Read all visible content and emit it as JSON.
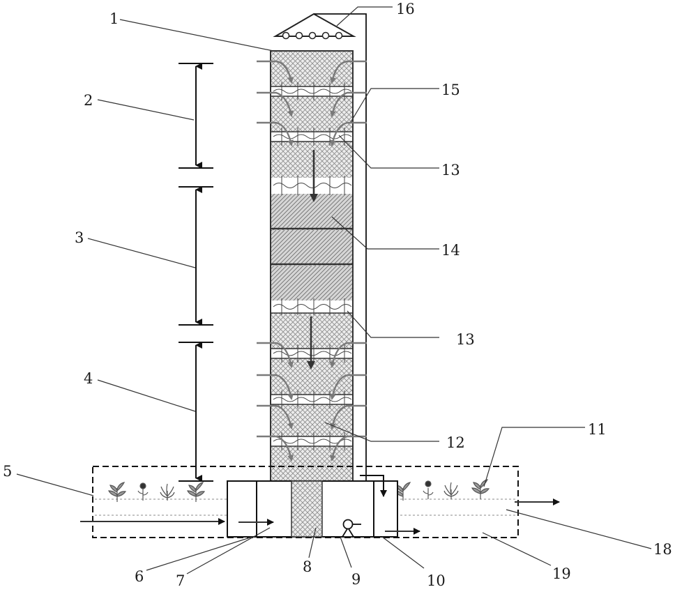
{
  "labels": {
    "l1": "1",
    "l2": "2",
    "l3": "3",
    "l4": "4",
    "l5": "5",
    "l6": "6",
    "l7": "7",
    "l8": "8",
    "l9": "9",
    "l10": "10",
    "l11": "11",
    "l12": "12",
    "l13a": "13",
    "l13b": "13",
    "l14": "14",
    "l15": "15",
    "l16": "16",
    "l18": "18",
    "l19": "19"
  }
}
